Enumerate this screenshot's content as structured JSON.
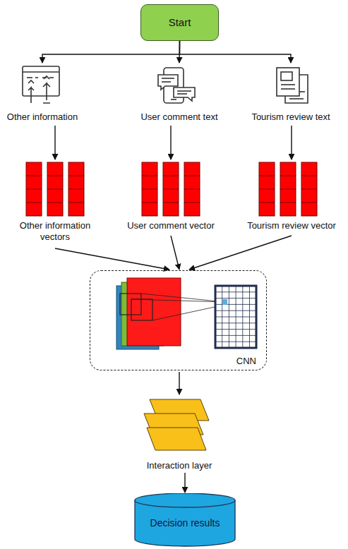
{
  "diagram": {
    "nodes": [
      {
        "text": [
          "Start"
        ]
      },
      {
        "text": [
          "Other information"
        ]
      },
      {
        "text": [
          "User comment text"
        ]
      },
      {
        "text": [
          "Tourism review text"
        ]
      },
      {
        "text": [
          "Other information vectors"
        ]
      },
      {
        "text": [
          "User comment vector"
        ]
      },
      {
        "text": [
          "Tourism review vector"
        ]
      },
      {
        "text": [
          "CNN"
        ]
      },
      {
        "text": [
          "Interaction layer"
        ]
      },
      {
        "text": [
          "Decision results"
        ]
      }
    ],
    "edges": [
      {
        "from": 0,
        "to": 1,
        "arrow": "to"
      },
      {
        "from": 0,
        "to": 2,
        "arrow": "to"
      },
      {
        "from": 0,
        "to": 3,
        "arrow": "to"
      },
      {
        "from": 1,
        "to": 4,
        "arrow": "to"
      },
      {
        "from": 2,
        "to": 5,
        "arrow": "to"
      },
      {
        "from": 3,
        "to": 6,
        "arrow": "to"
      },
      {
        "from": 4,
        "to": 7,
        "arrow": "to"
      },
      {
        "from": 5,
        "to": 7,
        "arrow": "to"
      },
      {
        "from": 6,
        "to": 7,
        "arrow": "to"
      },
      {
        "from": 7,
        "to": 8,
        "arrow": "to"
      },
      {
        "from": 8,
        "to": 9,
        "arrow": "to"
      }
    ]
  }
}
